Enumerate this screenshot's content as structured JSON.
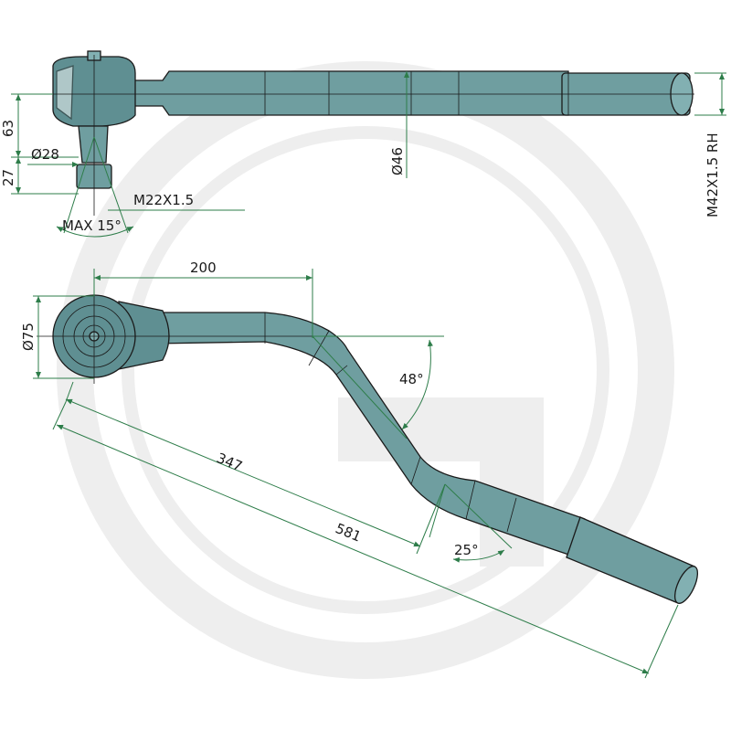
{
  "colors": {
    "part_fill": "#6f9ea0",
    "part_dark": "#4f7f82",
    "outline": "#1a1a1a",
    "dimension": "#2e7d4a",
    "watermark": "#eeeeee"
  },
  "top_view": {
    "dim_height_63": "63",
    "dim_height_27": "27",
    "dim_diameter_28": "Ø28",
    "dim_diameter_46": "Ø46",
    "dim_thread_ball": "M22X1.5",
    "dim_thread_rod": "M42X1.5 RH",
    "dim_max_angle": "MAX 15°"
  },
  "side_view": {
    "dim_diameter_75": "Ø75",
    "dim_length_200": "200",
    "dim_length_347": "347",
    "dim_length_581": "581",
    "dim_angle_48": "48°",
    "dim_angle_25": "25°"
  },
  "watermark": {
    "icon": "brand-g-logo-icon"
  }
}
